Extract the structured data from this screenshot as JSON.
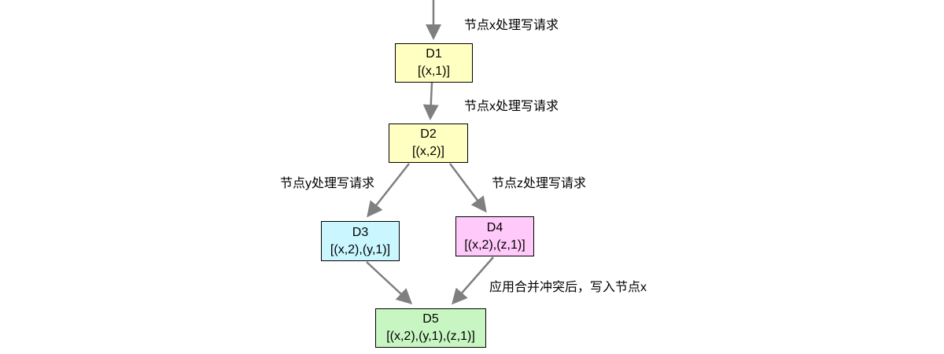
{
  "figure": {
    "title": "version-vector-write-conflict-diagram",
    "nodes": [
      {
        "id": "D1",
        "title": "D1",
        "state": "[(x,1)]",
        "fill": "#ffffc2"
      },
      {
        "id": "D2",
        "title": "D2",
        "state": "[(x,2)]",
        "fill": "#ffffc2"
      },
      {
        "id": "D3",
        "title": "D3",
        "state": "[(x,2),(y,1)]",
        "fill": "#c9f6ff"
      },
      {
        "id": "D4",
        "title": "D4",
        "state": "[(x,2),(z,1)]",
        "fill": "#ffc9fa"
      },
      {
        "id": "D5",
        "title": "D5",
        "state": "[(x,2),(y,1),(z,1)]",
        "fill": "#c8f6c2"
      }
    ],
    "edge_labels": [
      {
        "id": "write-x-1",
        "text": "节点x处理写请求"
      },
      {
        "id": "write-x-2",
        "text": "节点x处理写请求"
      },
      {
        "id": "write-y",
        "text": "节点y处理写请求"
      },
      {
        "id": "write-z",
        "text": "节点z处理写请求"
      },
      {
        "id": "merge",
        "text": "应用合并冲突后，写入节点x"
      }
    ],
    "colors": {
      "arrow": "#7f7f7f",
      "node_border": "#000000",
      "text": "#000000",
      "background": "#ffffff"
    }
  }
}
